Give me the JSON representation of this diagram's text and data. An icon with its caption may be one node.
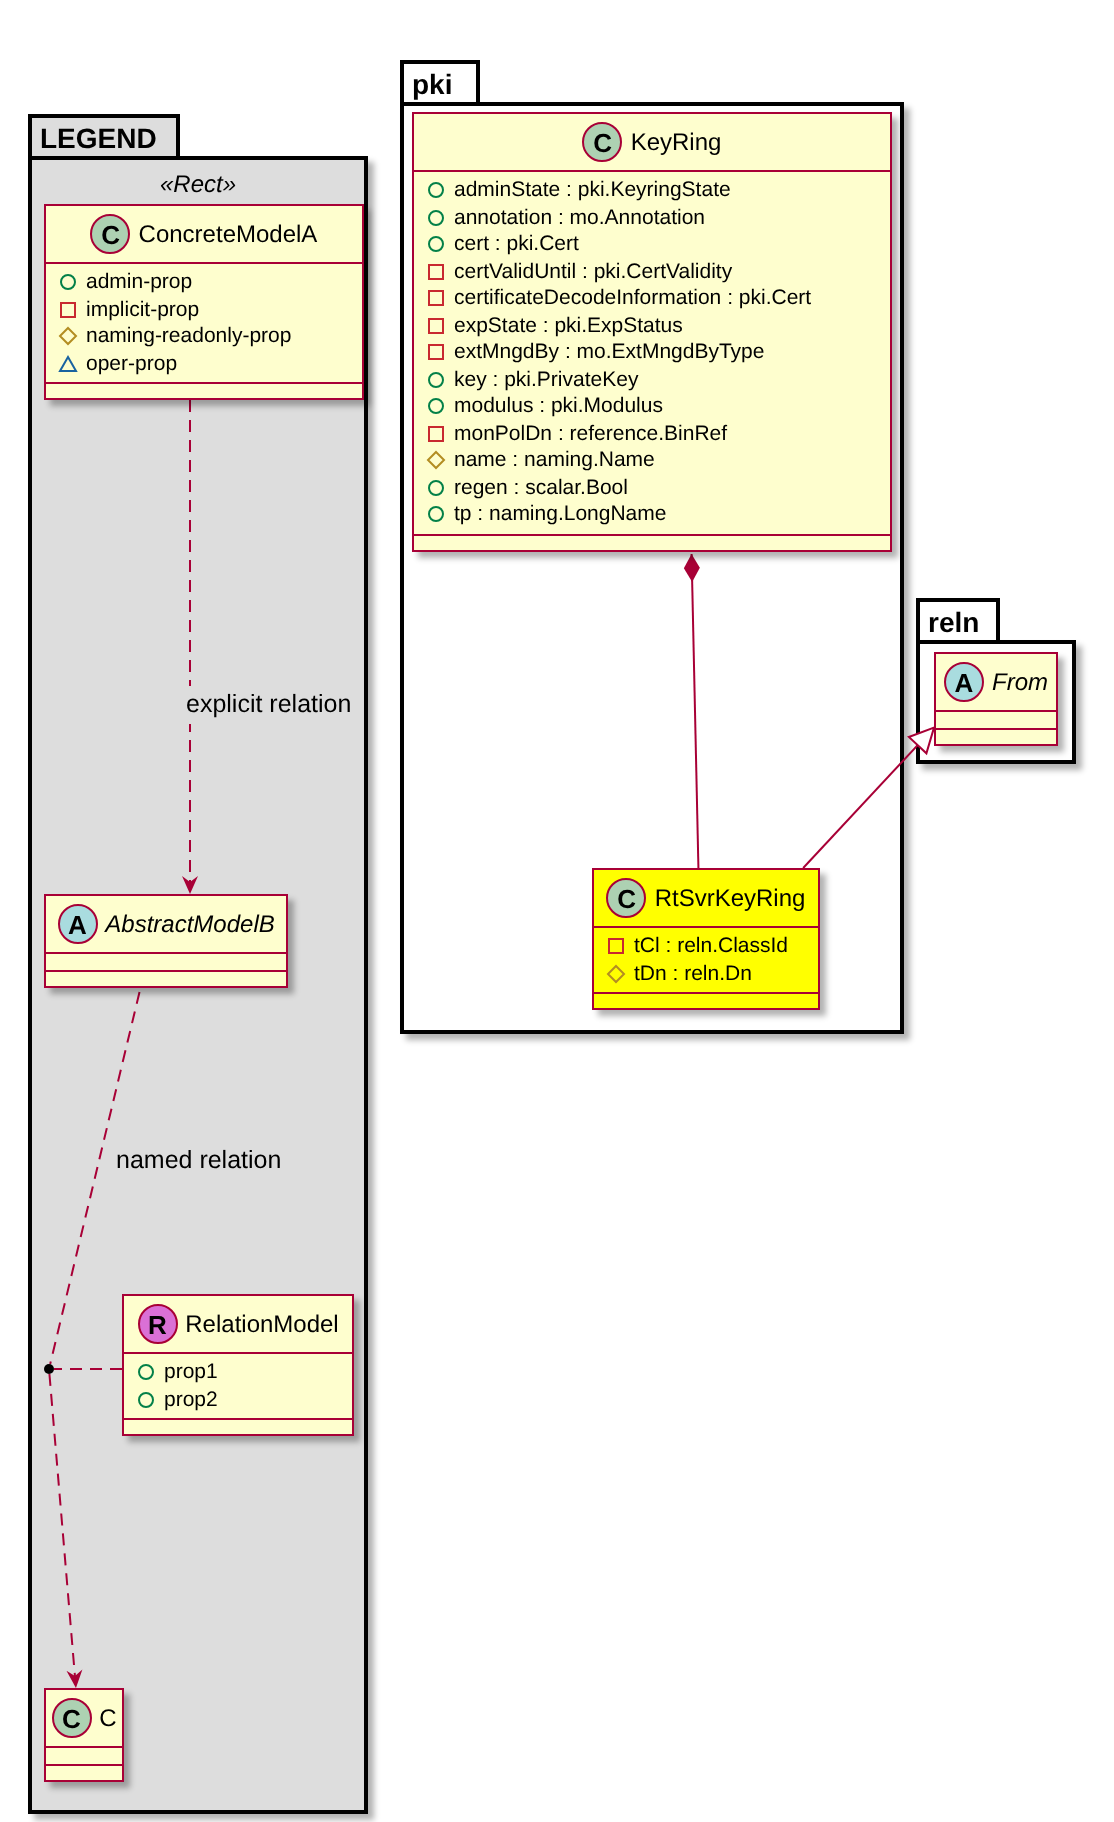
{
  "diagram": {
    "nodes": [
      {
        "text": [
          "LEGEND",
          "«Rect»"
        ]
      },
      {
        "text": [
          "C",
          "ConcreteModelA",
          "admin-prop",
          "implicit-prop",
          "naming-readonly-prop",
          "oper-prop"
        ],
        "in": 0
      },
      {
        "text": [
          "A",
          "AbstractModelB"
        ],
        "in": 0
      },
      {
        "text": [
          "R",
          "RelationModel",
          "prop1",
          "prop2"
        ],
        "in": 0
      },
      {
        "text": [],
        "shape": "circle",
        "in": 0
      },
      {
        "text": [
          "C",
          "C"
        ],
        "in": 0
      },
      {
        "text": [
          "pki"
        ]
      },
      {
        "text": [
          "C",
          "KeyRing",
          "adminState : pki.KeyringState",
          "annotation : mo.Annotation",
          "cert : pki.Cert",
          "certValidUntil : pki.CertValidity",
          "certificateDecodeInformation : pki.Cert",
          "expState : pki.ExpStatus",
          "extMngdBy : mo.ExtMngdByType",
          "key : pki.PrivateKey",
          "modulus : pki.Modulus",
          "monPolDn : reference.BinRef",
          "name : naming.Name",
          "regen : scalar.Bool",
          "tp : naming.LongName"
        ],
        "in": 6
      },
      {
        "text": [
          "C",
          "RtSvrKeyRing",
          "tCl : reln.ClassId",
          "tDn : reln.Dn"
        ],
        "in": 6
      },
      {
        "text": [
          "reln"
        ]
      },
      {
        "text": [
          "A",
          "From"
        ],
        "in": 9
      }
    ],
    "edges": [
      {
        "from": 1,
        "to": 2,
        "arrow": "to",
        "style": "dashed",
        "label": "explicit relation"
      },
      {
        "from": 2,
        "to": 4,
        "arrow": "none",
        "style": "dashed",
        "label": "named relation"
      },
      {
        "from": 4,
        "to": 5,
        "arrow": "to",
        "style": "dashed"
      },
      {
        "from": 3,
        "to": 4,
        "arrow": "none",
        "style": "dashed"
      },
      {
        "from": 7,
        "to": 8,
        "arrow": "other"
      },
      {
        "from": 8,
        "to": 10,
        "arrow": "to"
      }
    ]
  }
}
